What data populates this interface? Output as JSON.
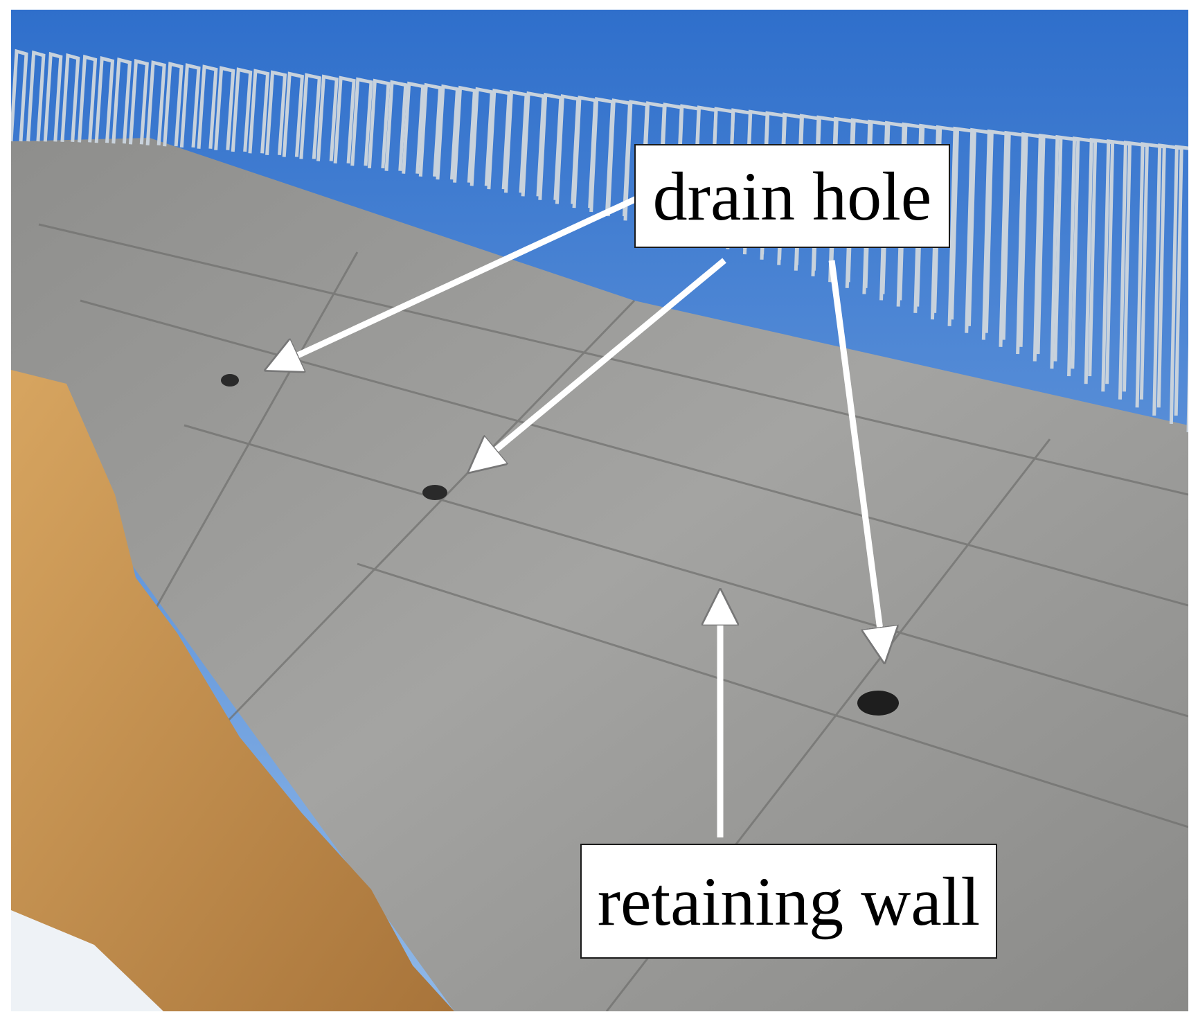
{
  "image": {
    "subject": "concrete retaining wall with drain holes",
    "colors": {
      "sky": "#4a86d4",
      "concrete": "#9a9a98",
      "soil": "#c9934e",
      "annotation": "#ffffff"
    }
  },
  "annotations": {
    "drain_hole": {
      "text": "drain hole",
      "arrow_count": 3
    },
    "retaining_wall": {
      "text": "retaining wall",
      "arrow_count": 1
    }
  }
}
